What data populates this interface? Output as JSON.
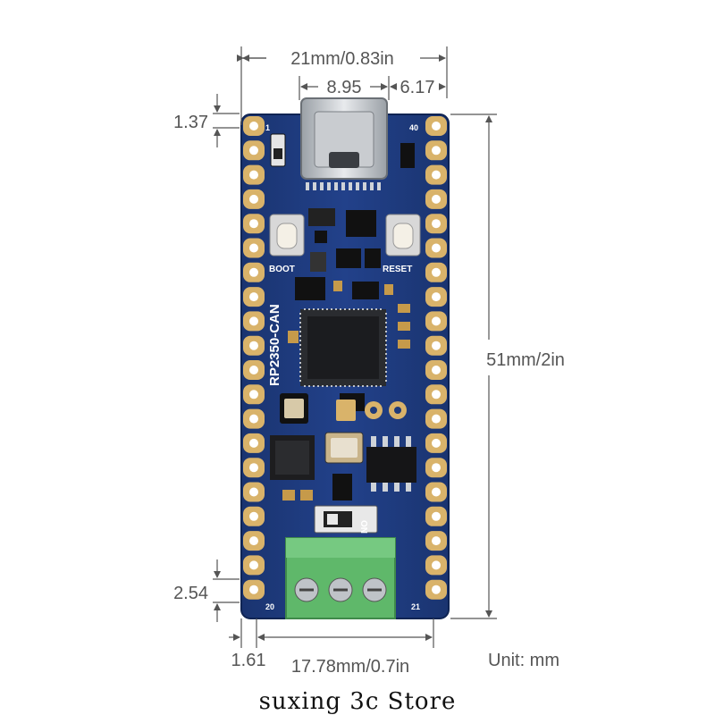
{
  "dimensions": {
    "overall_width": "21mm/0.83in",
    "usb_width": "8.95",
    "usb_offset": "6.17",
    "top_margin": "1.37",
    "board_height": "51mm/2in",
    "pin_pitch": "2.54",
    "edge_offset": "1.61",
    "row_spacing": "17.78mm/0.7in",
    "unit": "Unit: mm"
  },
  "board": {
    "name": "RP2350-CAN",
    "boot_label": "BOOT",
    "reset_label": "RESET",
    "pin_1": "1",
    "pin_40": "40",
    "pin_20": "20",
    "pin_21": "21",
    "switch_label": "ON",
    "colors": {
      "pcb": "#1e3a7a",
      "gold": "#d9b36a",
      "terminal": "#5fb86a"
    }
  },
  "footer": {
    "store": "suxing 3c Store"
  }
}
